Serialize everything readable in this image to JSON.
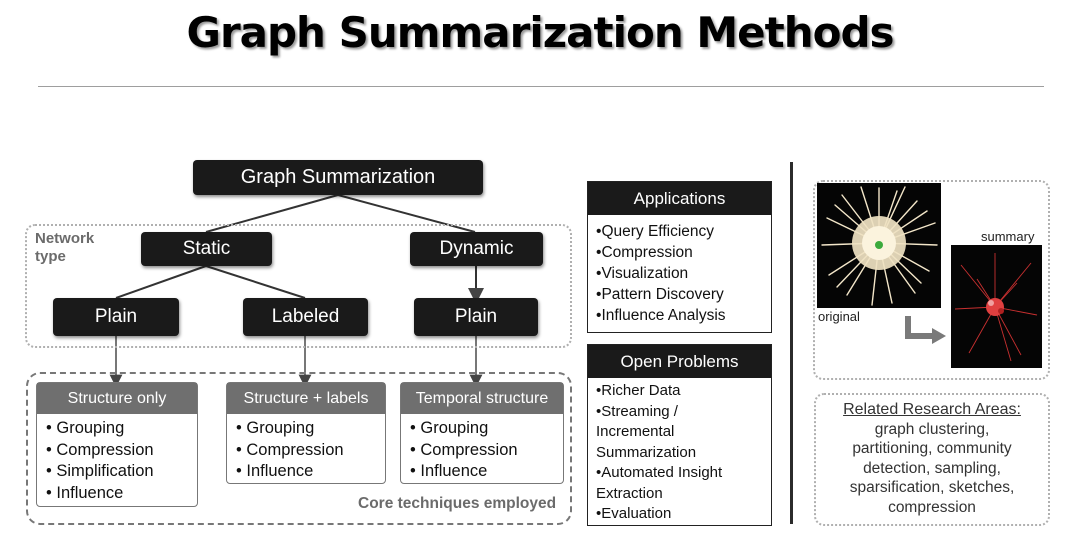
{
  "title": "Graph Summarization Methods",
  "tree": {
    "root": "Graph Summarization",
    "static": "Static",
    "dynamic": "Dynamic",
    "plain_left": "Plain",
    "labeled": "Labeled",
    "plain_right": "Plain",
    "network_type_label": "Network type"
  },
  "techniques": {
    "label": "Core techniques employed",
    "groups": [
      {
        "header": "Structure only",
        "items": [
          "Grouping",
          "Compression",
          "Simplification",
          "Influence"
        ]
      },
      {
        "header": "Structure + labels",
        "items": [
          "Grouping",
          "Compression",
          "Influence"
        ]
      },
      {
        "header": "Temporal structure",
        "items": [
          "Grouping",
          "Compression",
          "Influence"
        ]
      }
    ]
  },
  "applications": {
    "header": "Applications",
    "items": [
      "Query Efficiency",
      "Compression",
      "Visualization",
      "Pattern Discovery",
      "Influence Analysis"
    ]
  },
  "open_problems": {
    "header": "Open Problems",
    "lines": [
      "Richer Data",
      "Streaming /",
      "Incremental",
      "Summarization",
      "Automated Insight",
      "Extraction",
      "Evaluation"
    ]
  },
  "images": {
    "original_label": "original",
    "summary_label": "summary"
  },
  "related": {
    "header": "Related Research Areas:",
    "lines": [
      "graph clustering,",
      "partitioning, community",
      "detection, sampling,",
      "sparsification, sketches,",
      "compression"
    ]
  }
}
